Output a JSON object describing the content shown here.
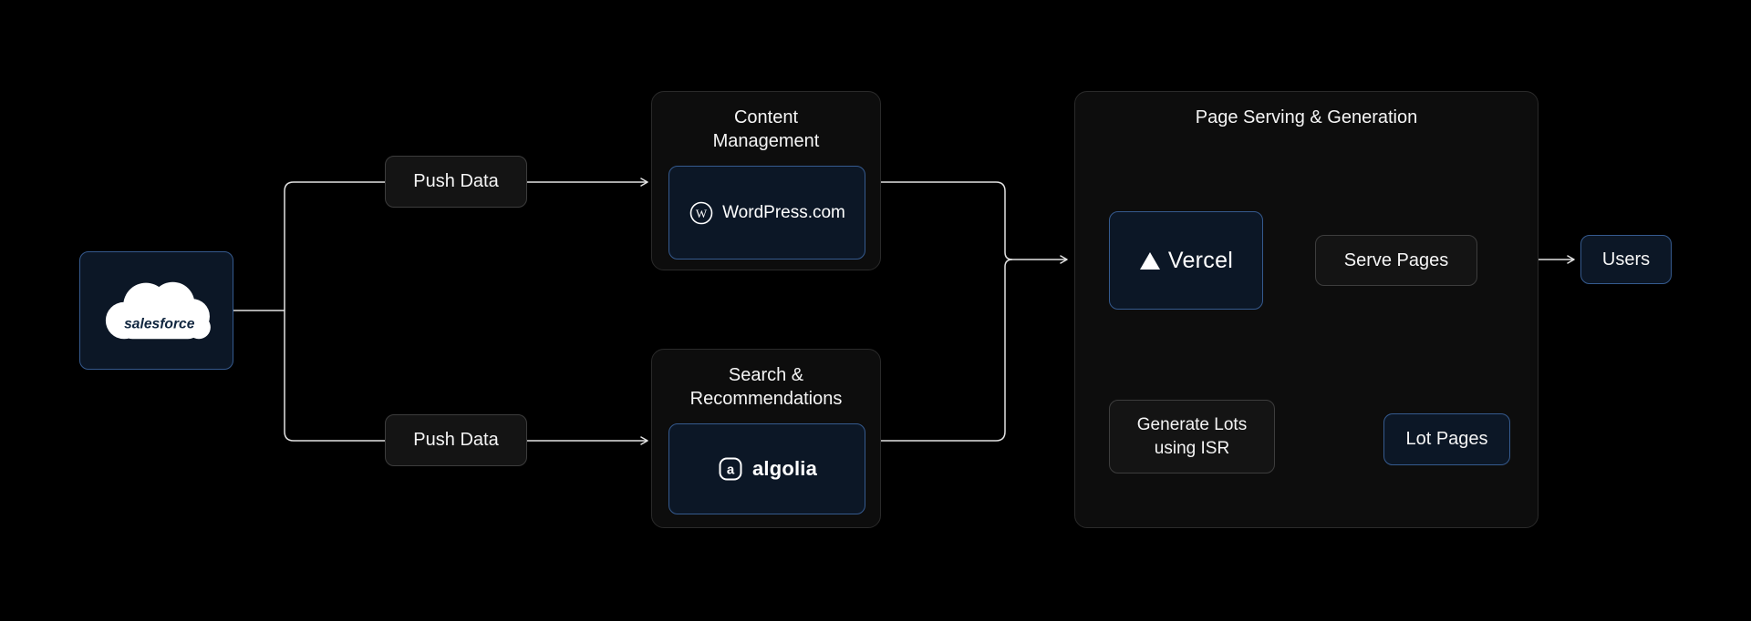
{
  "colors": {
    "background": "#000000",
    "group_bg": "#0d0d0d",
    "group_border": "#2a2a2a",
    "box_bg": "#141414",
    "box_border": "#3d3d3d",
    "accent_bg": "#0c1726",
    "accent_border": "#355a8e",
    "line": "#e3e3e3",
    "text": "#f5f5f5"
  },
  "nodes": {
    "salesforce": {
      "label": "salesforce"
    },
    "push_data_top": {
      "label": "Push Data"
    },
    "push_data_bottom": {
      "label": "Push Data"
    },
    "content_management": {
      "title_line1": "Content",
      "title_line2": "Management"
    },
    "wordpress": {
      "icon_letter": "W",
      "label": "WordPress.com"
    },
    "search_recommendations": {
      "title_line1": "Search &",
      "title_line2": "Recommendations"
    },
    "algolia": {
      "icon_letter": "a",
      "label": "algolia"
    },
    "page_serving": {
      "title": "Page Serving & Generation"
    },
    "vercel": {
      "label": "Vercel"
    },
    "serve_pages": {
      "label": "Serve Pages"
    },
    "users": {
      "label": "Users"
    },
    "generate_lots": {
      "label_line1": "Generate Lots",
      "label_line2": "using ISR"
    },
    "lot_pages": {
      "label": "Lot Pages"
    }
  },
  "edges": [
    {
      "from": "salesforce",
      "to": "push_data_top",
      "arrow": false
    },
    {
      "from": "salesforce",
      "to": "push_data_bottom",
      "arrow": false
    },
    {
      "from": "push_data_top",
      "to": "content_management",
      "arrow": true
    },
    {
      "from": "push_data_bottom",
      "to": "search_recommendations",
      "arrow": true
    },
    {
      "from": "content_management",
      "to": "page_serving",
      "arrow": true
    },
    {
      "from": "search_recommendations",
      "to": "page_serving",
      "arrow": true
    },
    {
      "from": "vercel",
      "to": "serve_pages",
      "arrow": false
    },
    {
      "from": "serve_pages",
      "to": "users",
      "arrow": true
    },
    {
      "from": "vercel",
      "to": "generate_lots",
      "arrow": false
    },
    {
      "from": "generate_lots",
      "to": "lot_pages",
      "arrow": true
    }
  ]
}
